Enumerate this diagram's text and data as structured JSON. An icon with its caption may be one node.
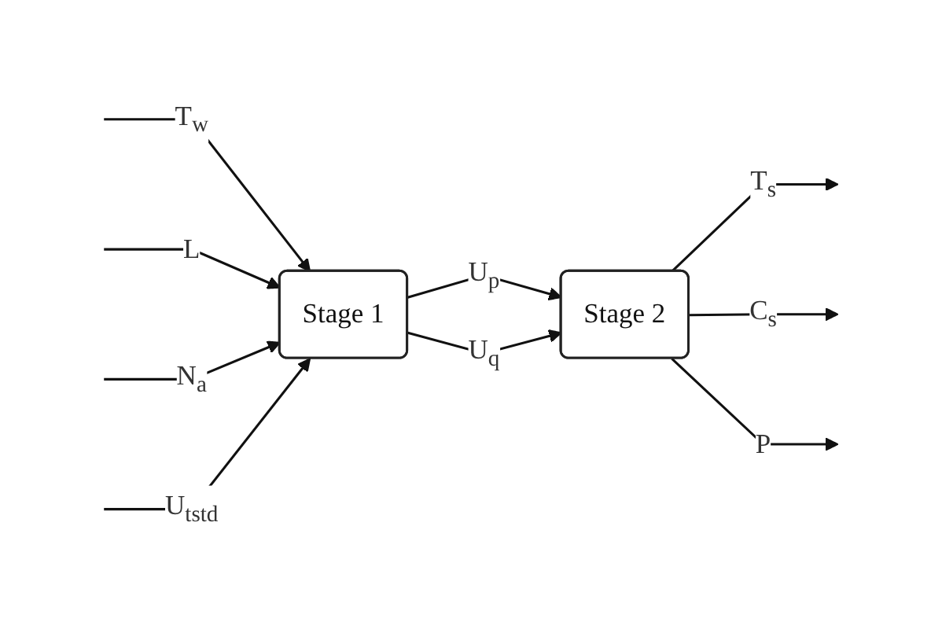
{
  "diagram": {
    "nodes": [
      {
        "text": [
          "Stage 1"
        ]
      },
      {
        "text": [
          "Stage 2"
        ]
      }
    ],
    "edges": [
      {
        "from": null,
        "to": 0,
        "arrow": "to",
        "label": "T$_{w}$"
      },
      {
        "from": null,
        "to": 0,
        "arrow": "to",
        "label": "L"
      },
      {
        "from": null,
        "to": 0,
        "arrow": "to",
        "label": "N$_{a}$"
      },
      {
        "from": null,
        "to": 0,
        "arrow": "to",
        "label": "U$_{tstd}$"
      },
      {
        "from": 0,
        "to": 1,
        "arrow": "to",
        "label": "U$_{p}$"
      },
      {
        "from": 0,
        "to": 1,
        "arrow": "to",
        "label": "U$_{q}$"
      },
      {
        "from": 1,
        "to": null,
        "arrow": "to",
        "label": "T$_{s}$"
      },
      {
        "from": 1,
        "to": null,
        "arrow": "to",
        "label": "C$_{s}$"
      },
      {
        "from": 1,
        "to": null,
        "arrow": "to",
        "label": "P"
      }
    ]
  }
}
